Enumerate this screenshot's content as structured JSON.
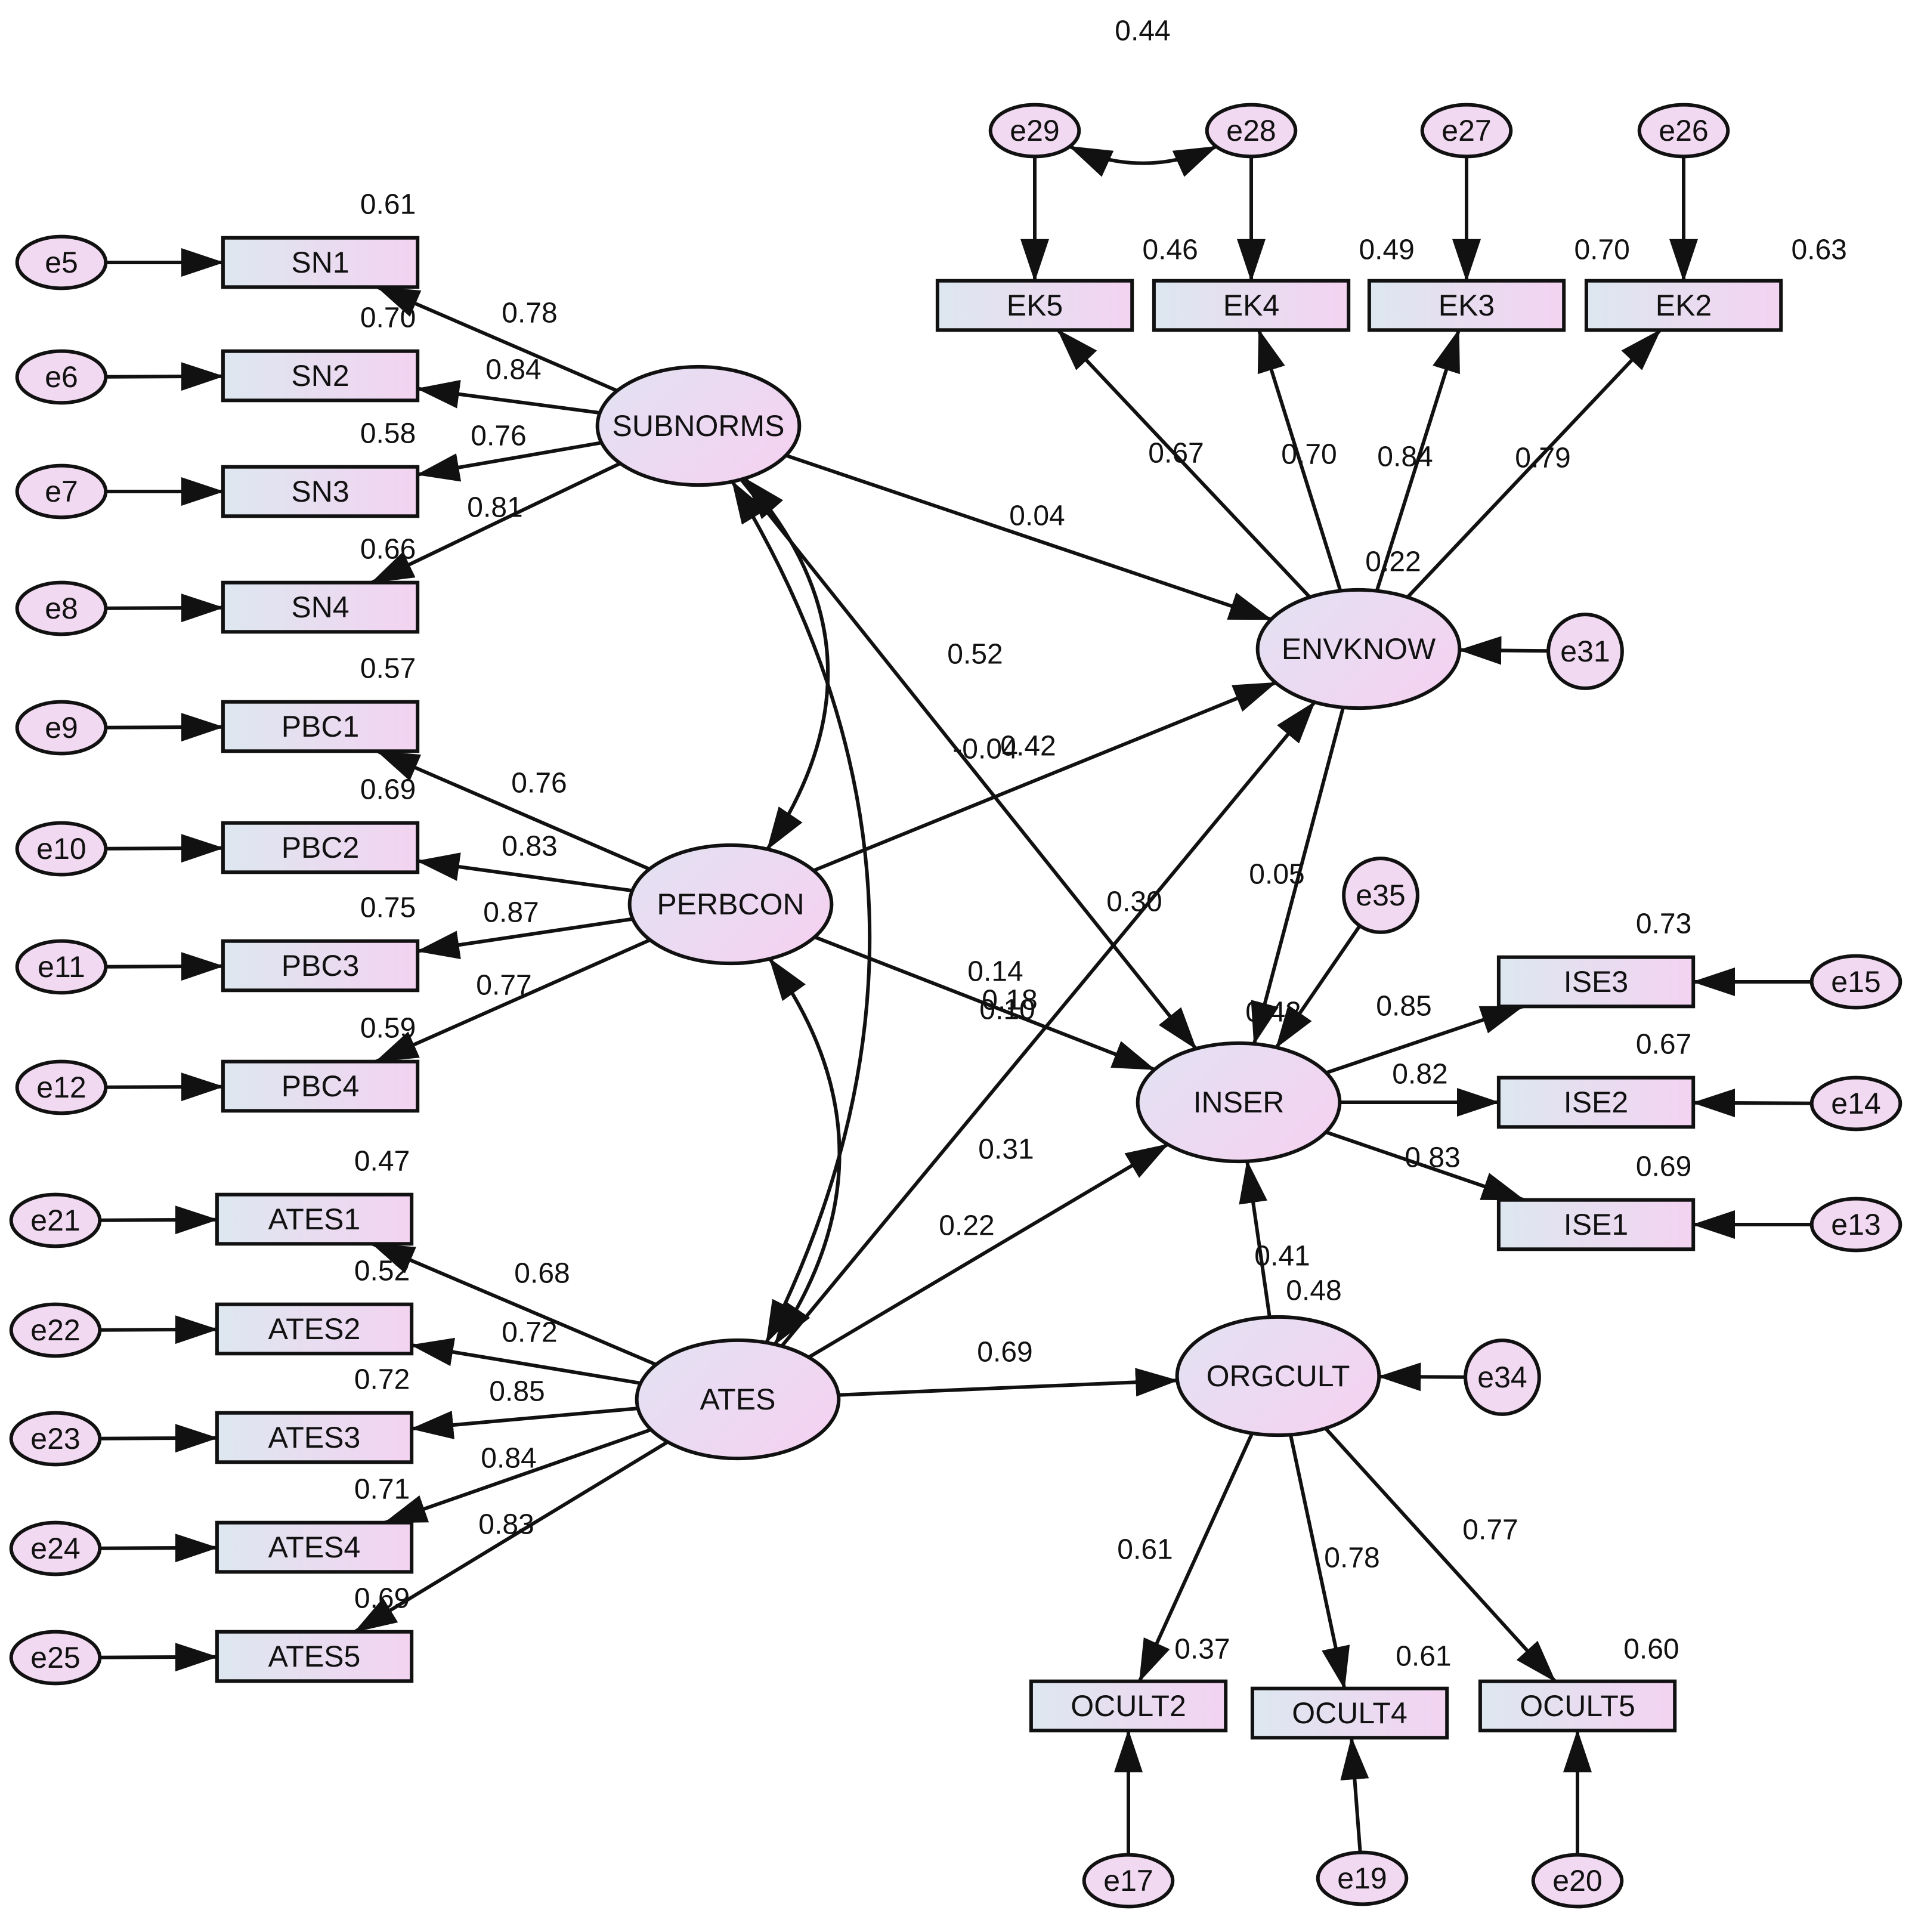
{
  "colors": {
    "stroke": "#111111",
    "fill_start": "#dde7f0",
    "fill_end": "#f3d3f1",
    "background": "#ffffff"
  },
  "latents": [
    {
      "id": "SUBNORMS",
      "label": "SUBNORMS"
    },
    {
      "id": "PERBCON",
      "label": "PERBCON"
    },
    {
      "id": "ATES",
      "label": "ATES"
    },
    {
      "id": "ENVKNOW",
      "label": "ENVKNOW"
    },
    {
      "id": "INSER",
      "label": "INSER"
    },
    {
      "id": "ORGCULT",
      "label": "ORGCULT"
    }
  ],
  "indicators": [
    {
      "id": "SN1",
      "label": "SN1",
      "r2": "0.61"
    },
    {
      "id": "SN2",
      "label": "SN2",
      "r2": "0.70"
    },
    {
      "id": "SN3",
      "label": "SN3",
      "r2": "0.58"
    },
    {
      "id": "SN4",
      "label": "SN4",
      "r2": "0.66"
    },
    {
      "id": "PBC1",
      "label": "PBC1",
      "r2": "0.57"
    },
    {
      "id": "PBC2",
      "label": "PBC2",
      "r2": "0.69"
    },
    {
      "id": "PBC3",
      "label": "PBC3",
      "r2": "0.75"
    },
    {
      "id": "PBC4",
      "label": "PBC4",
      "r2": "0.59"
    },
    {
      "id": "ATES1",
      "label": "ATES1",
      "r2": "0.47"
    },
    {
      "id": "ATES2",
      "label": "ATES2",
      "r2": "0.52"
    },
    {
      "id": "ATES3",
      "label": "ATES3",
      "r2": "0.72"
    },
    {
      "id": "ATES4",
      "label": "ATES4",
      "r2": "0.71"
    },
    {
      "id": "ATES5",
      "label": "ATES5",
      "r2": "0.69"
    },
    {
      "id": "EK5",
      "label": "EK5",
      "r2": "0.46"
    },
    {
      "id": "EK4",
      "label": "EK4",
      "r2": "0.49"
    },
    {
      "id": "EK3",
      "label": "EK3",
      "r2": "0.70"
    },
    {
      "id": "EK2",
      "label": "EK2",
      "r2": "0.63"
    },
    {
      "id": "ISE3",
      "label": "ISE3",
      "r2": "0.73"
    },
    {
      "id": "ISE2",
      "label": "ISE2",
      "r2": "0.67"
    },
    {
      "id": "ISE1",
      "label": "ISE1",
      "r2": "0.69"
    },
    {
      "id": "OCULT2",
      "label": "OCULT2",
      "r2": "0.37"
    },
    {
      "id": "OCULT4",
      "label": "OCULT4",
      "r2": "0.61"
    },
    {
      "id": "OCULT5",
      "label": "OCULT5",
      "r2": "0.60"
    }
  ],
  "errors": [
    {
      "id": "e5",
      "label": "e5",
      "target": "SN1"
    },
    {
      "id": "e6",
      "label": "e6",
      "target": "SN2"
    },
    {
      "id": "e7",
      "label": "e7",
      "target": "SN3"
    },
    {
      "id": "e8",
      "label": "e8",
      "target": "SN4"
    },
    {
      "id": "e9",
      "label": "e9",
      "target": "PBC1"
    },
    {
      "id": "e10",
      "label": "e10",
      "target": "PBC2"
    },
    {
      "id": "e11",
      "label": "e11",
      "target": "PBC3"
    },
    {
      "id": "e12",
      "label": "e12",
      "target": "PBC4"
    },
    {
      "id": "e21",
      "label": "e21",
      "target": "ATES1"
    },
    {
      "id": "e22",
      "label": "e22",
      "target": "ATES2"
    },
    {
      "id": "e23",
      "label": "e23",
      "target": "ATES3"
    },
    {
      "id": "e24",
      "label": "e24",
      "target": "ATES4"
    },
    {
      "id": "e25",
      "label": "e25",
      "target": "ATES5"
    },
    {
      "id": "e29",
      "label": "e29",
      "target": "EK5"
    },
    {
      "id": "e28",
      "label": "e28",
      "target": "EK4"
    },
    {
      "id": "e27",
      "label": "e27",
      "target": "EK3"
    },
    {
      "id": "e26",
      "label": "e26",
      "target": "EK2"
    },
    {
      "id": "e15",
      "label": "e15",
      "target": "ISE3"
    },
    {
      "id": "e14",
      "label": "e14",
      "target": "ISE2"
    },
    {
      "id": "e13",
      "label": "e13",
      "target": "ISE1"
    },
    {
      "id": "e17",
      "label": "e17",
      "target": "OCULT2"
    },
    {
      "id": "e19",
      "label": "e19",
      "target": "OCULT4"
    },
    {
      "id": "e20",
      "label": "e20",
      "target": "OCULT5"
    },
    {
      "id": "e31",
      "label": "e31",
      "target": "ENVKNOW"
    },
    {
      "id": "e35",
      "label": "e35",
      "target": "INSER"
    },
    {
      "id": "e34",
      "label": "e34",
      "target": "ORGCULT"
    }
  ],
  "loadings": [
    {
      "from": "SUBNORMS",
      "to": "SN1",
      "value": "0.78"
    },
    {
      "from": "SUBNORMS",
      "to": "SN2",
      "value": "0.84"
    },
    {
      "from": "SUBNORMS",
      "to": "SN3",
      "value": "0.76"
    },
    {
      "from": "SUBNORMS",
      "to": "SN4",
      "value": "0.81"
    },
    {
      "from": "PERBCON",
      "to": "PBC1",
      "value": "0.76"
    },
    {
      "from": "PERBCON",
      "to": "PBC2",
      "value": "0.83"
    },
    {
      "from": "PERBCON",
      "to": "PBC3",
      "value": "0.87"
    },
    {
      "from": "PERBCON",
      "to": "PBC4",
      "value": "0.77"
    },
    {
      "from": "ATES",
      "to": "ATES1",
      "value": "0.68"
    },
    {
      "from": "ATES",
      "to": "ATES2",
      "value": "0.72"
    },
    {
      "from": "ATES",
      "to": "ATES3",
      "value": "0.85"
    },
    {
      "from": "ATES",
      "to": "ATES4",
      "value": "0.84"
    },
    {
      "from": "ATES",
      "to": "ATES5",
      "value": "0.83"
    },
    {
      "from": "ENVKNOW",
      "to": "EK5",
      "value": "0.67"
    },
    {
      "from": "ENVKNOW",
      "to": "EK4",
      "value": "0.70"
    },
    {
      "from": "ENVKNOW",
      "to": "EK3",
      "value": "0.84"
    },
    {
      "from": "ENVKNOW",
      "to": "EK2",
      "value": "0.79"
    },
    {
      "from": "INSER",
      "to": "ISE3",
      "value": "0.85"
    },
    {
      "from": "INSER",
      "to": "ISE2",
      "value": "0.82"
    },
    {
      "from": "INSER",
      "to": "ISE1",
      "value": "0.83"
    },
    {
      "from": "ORGCULT",
      "to": "OCULT2",
      "value": "0.61"
    },
    {
      "from": "ORGCULT",
      "to": "OCULT4",
      "value": "0.78"
    },
    {
      "from": "ORGCULT",
      "to": "OCULT5",
      "value": "0.77"
    }
  ],
  "structural": [
    {
      "from": "SUBNORMS",
      "to": "ENVKNOW",
      "value": "0.04"
    },
    {
      "from": "SUBNORMS",
      "to": "INSER",
      "value": "-0.04"
    },
    {
      "from": "PERBCON",
      "to": "ENVKNOW",
      "value": "0.42"
    },
    {
      "from": "PERBCON",
      "to": "INSER",
      "value": "0.14"
    },
    {
      "from": "ATES",
      "to": "ENVKNOW",
      "value": "0.10"
    },
    {
      "from": "ATES",
      "to": "INSER",
      "value": "0.22"
    },
    {
      "from": "ATES",
      "to": "ORGCULT",
      "value": "0.69"
    },
    {
      "from": "ENVKNOW",
      "to": "INSER",
      "value": "0.05"
    },
    {
      "from": "ORGCULT",
      "to": "INSER",
      "value": "0.41"
    }
  ],
  "covariances": [
    {
      "between": [
        "SUBNORMS",
        "PERBCON"
      ],
      "value": "0.52"
    },
    {
      "between": [
        "SUBNORMS",
        "ATES"
      ],
      "value": "0.30"
    },
    {
      "between": [
        "PERBCON",
        "ATES"
      ],
      "value": "0.31"
    },
    {
      "between": [
        "e29",
        "e28"
      ],
      "value": "0.44"
    }
  ],
  "squared_multiple_correlations": [
    {
      "of": "ENVKNOW",
      "value": "0.22"
    },
    {
      "of": "INSER",
      "value": "0.42"
    },
    {
      "of": "ORGCULT",
      "value": "0.48"
    }
  ],
  "extra_labels": [
    {
      "id": "ates_insert_overlap",
      "value": "0.18"
    }
  ]
}
